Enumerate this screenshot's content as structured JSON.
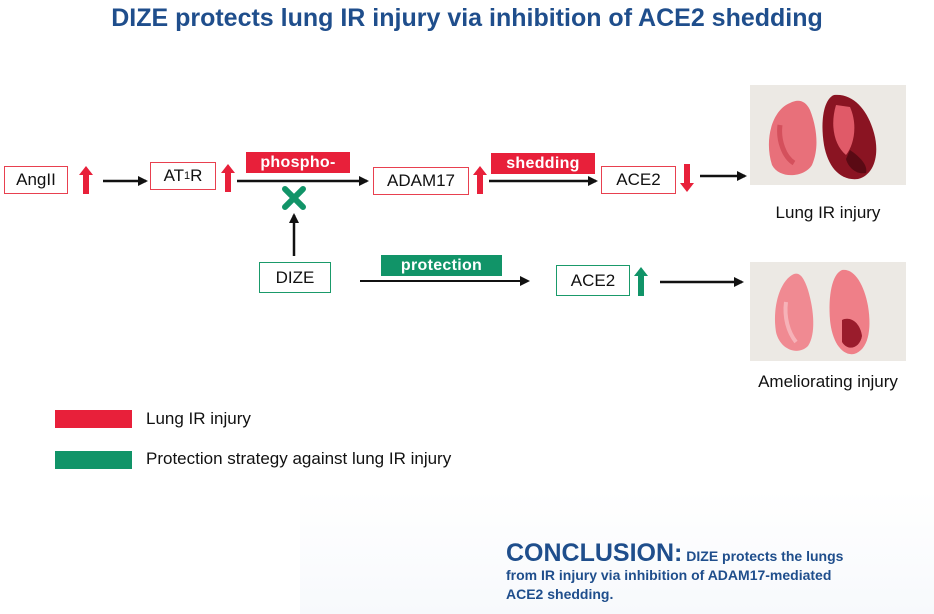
{
  "title": "DIZE protects lung IR injury via inhibition of ACE2 shedding",
  "nodes": {
    "angii": "AngII",
    "at1r_main": "AT",
    "at1r_sub": "1",
    "at1r_tail": "R",
    "adam17": "ADAM17",
    "ace2_top": "ACE2",
    "dize": "DIZE",
    "ace2_bottom": "ACE2"
  },
  "tags": {
    "phospho": "phospho-",
    "shedding": "shedding",
    "protection": "protection"
  },
  "captions": {
    "top": "Lung IR injury",
    "bottom": "Ameliorating injury"
  },
  "legend": [
    {
      "label": "Lung IR injury",
      "color": "#e8203a"
    },
    {
      "label": "Protection strategy against lung IR injury",
      "color": "#119468"
    }
  ],
  "conclusion": {
    "head": "CONCLUSION:",
    "line1": " DIZE protects the lungs",
    "line2": "from IR injury via inhibition of ADAM17-mediated",
    "line3": "ACE2 shedding."
  },
  "colors": {
    "red": "#e8203a",
    "green": "#119468",
    "title": "#1f4e8c"
  }
}
